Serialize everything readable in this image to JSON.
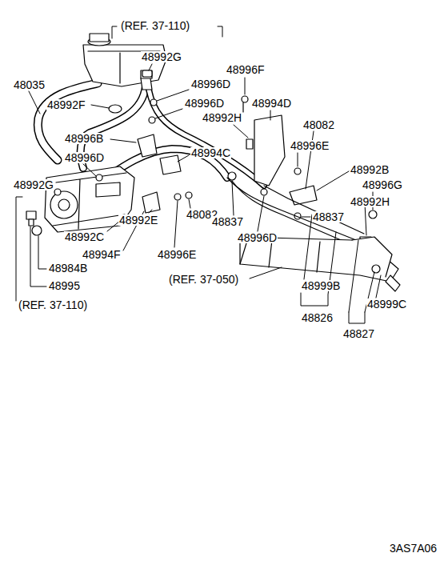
{
  "diagram": {
    "labels": [
      "(REF. 37-110)",
      "48992G",
      "48035",
      "48996D",
      "48996F",
      "48992F",
      "48996D",
      "48994D",
      "48992H",
      "48082",
      "48996B",
      "48996E",
      "48994C",
      "48992B",
      "48996D",
      "48996G",
      "48992G",
      "48992H",
      "48992E",
      "48082",
      "48837",
      "48837",
      "48992C",
      "48996D",
      "48994F",
      "48996E",
      "48984B",
      "(REF. 37-050)",
      "48999B",
      "48995",
      "48999C",
      "(REF. 37-110)",
      "48826",
      "48827",
      "3AS7A06"
    ]
  }
}
